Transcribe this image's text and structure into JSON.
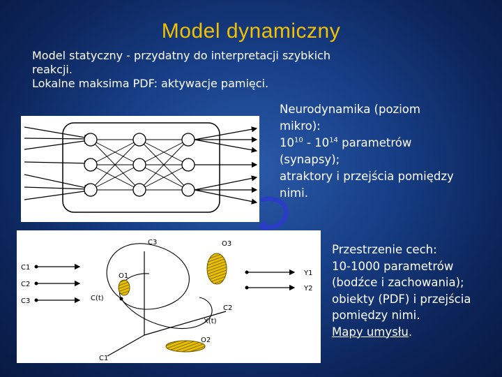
{
  "title": "Model dynamiczny",
  "intro": {
    "line1": "Model statyczny - przydatny do interpretacji szybkich",
    "line2": "reakcji.",
    "line3": "Lokalne maksima PDF: aktywacje pamięci."
  },
  "neuro": {
    "line1": "Neurodynamika (poziom",
    "line2": "mikro):",
    "params_a": "10",
    "params_a_exp": "10",
    "params_sep": " - 10",
    "params_b_exp": "14",
    "params_tail": " parametrów",
    "line4": "(synapsy);",
    "line5": "atraktory i przejścia pomiędzy",
    "line6": "nimi."
  },
  "feature_space": {
    "line1": "Przestrzenie cech:",
    "line2": "10-1000 parametrów",
    "line3": "(bodźce i zachowania);",
    "line4": "obiekty (PDF) i przejścia",
    "line5": "pomiędzy nimi.",
    "link_text": "Mapy umysłu",
    "link_suffix": "."
  },
  "diagram": {
    "inputs": [
      "C1",
      "C2",
      "C3"
    ],
    "outputs": [
      "Y1",
      "Y2"
    ],
    "objects": [
      "O1",
      "O2",
      "O3"
    ],
    "axes": [
      "C1",
      "C2",
      "C3"
    ],
    "trajectory_label": "X(t)",
    "c_label": "C(t)"
  }
}
